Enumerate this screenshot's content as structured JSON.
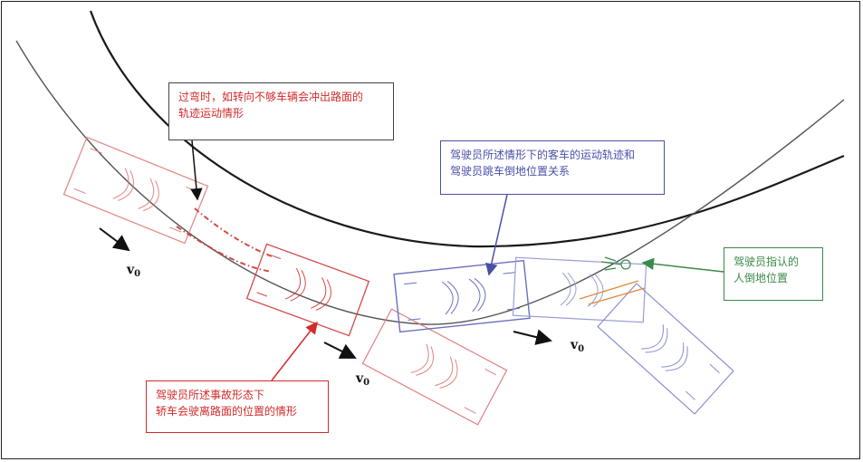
{
  "callouts": {
    "red_top": [
      "过弯时，如转向不够车辆会冲出路面的",
      "轨迹运动情形"
    ],
    "blue": [
      "驾驶员所述情形下的客车的运动轨迹和",
      "驾驶员跳车倒地位置关系"
    ],
    "green": [
      "驾驶员指认的",
      "人倒地位置"
    ],
    "red_bottom": [
      "驾驶员所述事故形态下",
      "轿车会驶离路面的位置的情形"
    ]
  },
  "velocity": {
    "symbol": "v",
    "subscript": "0"
  },
  "colors": {
    "red": "#d32a2a",
    "blue": "#4a4fa8",
    "green": "#3a8a4a",
    "road": "#222222"
  }
}
